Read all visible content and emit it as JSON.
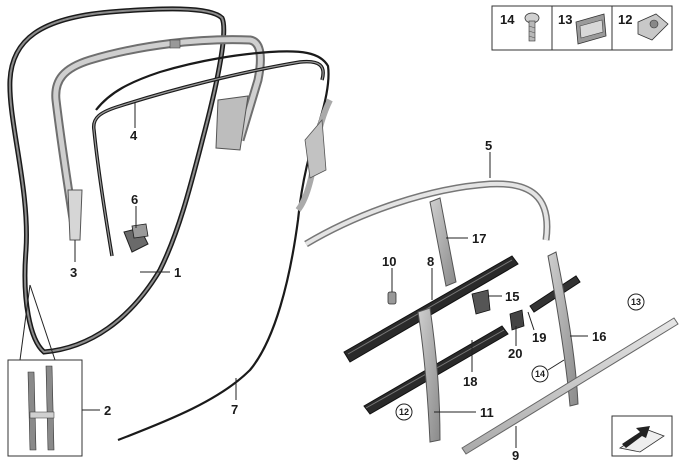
{
  "diagram": {
    "labels": {
      "p1": "1",
      "p2": "2",
      "p3": "3",
      "p4": "4",
      "p5": "5",
      "p6": "6",
      "p7": "7",
      "p8": "8",
      "p9": "9",
      "p10": "10",
      "p11": "11",
      "p15": "15",
      "p16": "16",
      "p17": "17",
      "p18": "18",
      "p19": "19",
      "p20": "20"
    },
    "circled": {
      "c12": "12",
      "c13": "13",
      "c14": "14"
    },
    "legend": {
      "items": [
        "14",
        "13",
        "12"
      ]
    }
  }
}
